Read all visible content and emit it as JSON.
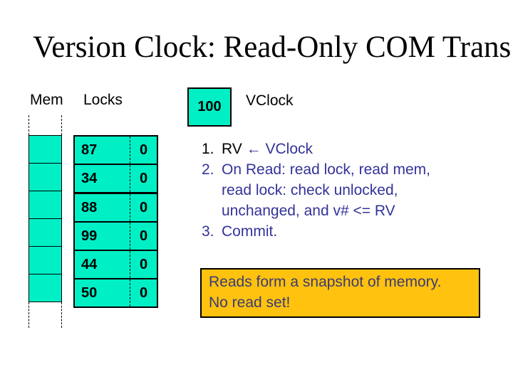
{
  "title": "Version Clock: Read-Only COM Trans",
  "mem": {
    "label": "Mem",
    "cell_count": 6
  },
  "locks": {
    "label": "Locks",
    "rows": [
      {
        "lock": "87",
        "version": "0"
      },
      {
        "lock": "34",
        "version": "0"
      },
      {
        "lock": "88",
        "version": "0"
      },
      {
        "lock": "99",
        "version": "0"
      },
      {
        "lock": "44",
        "version": "0"
      },
      {
        "lock": "50",
        "version": "0"
      }
    ]
  },
  "vclock": {
    "value": "100",
    "label": "VClock"
  },
  "steps": [
    {
      "number": "1.",
      "prefix": "RV ",
      "text": "← VClock"
    },
    {
      "number": "2.",
      "prefix": "",
      "text": "On Read: read lock, read mem, read lock: check unlocked, unchanged, and v# <= RV"
    },
    {
      "number": "3.",
      "prefix": "",
      "text": "Commit."
    }
  ],
  "callout": {
    "line1": "Reads form a snapshot of memory.",
    "line2": "No read set!"
  },
  "colors": {
    "cell_fill": "#00EFC5",
    "callout_bg": "#FFC20E",
    "list_text": "#333399",
    "callout_text": "#3B3B75",
    "title_text": "#000000"
  }
}
